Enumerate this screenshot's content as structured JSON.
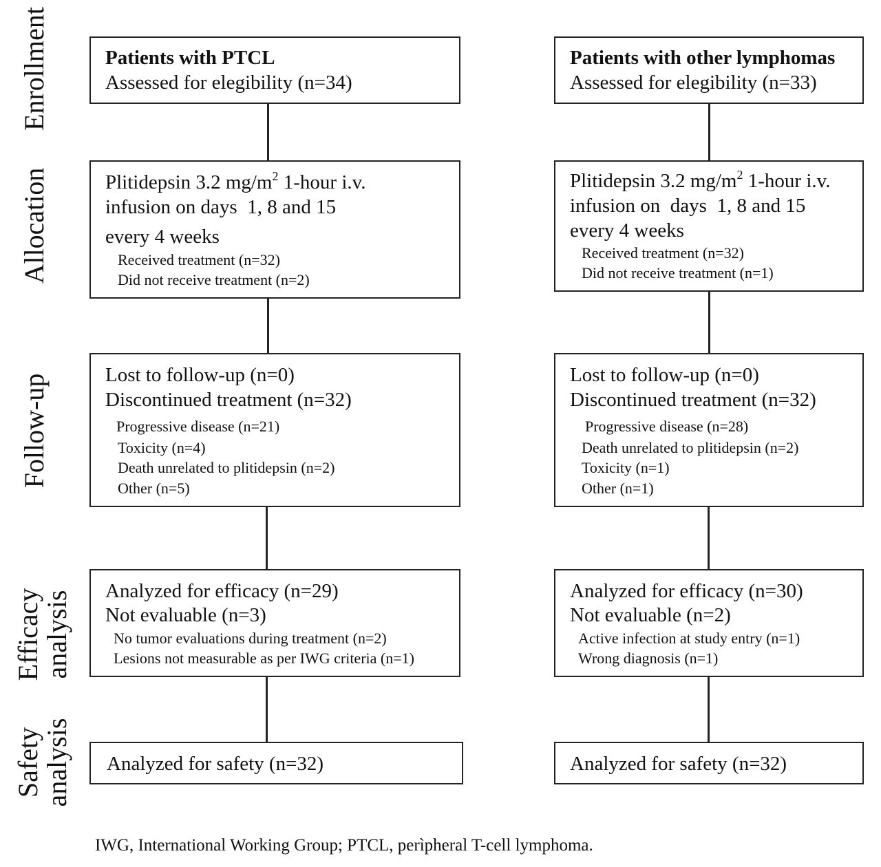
{
  "stages": {
    "enrollment": "Enrollment",
    "allocation": "Allocation",
    "followup": "Follow-up",
    "efficacy_line1": "Efficacy",
    "efficacy_line2": "analysis",
    "safety_line1": "Safety",
    "safety_line2": "analysis"
  },
  "left": {
    "enroll_title": "Patients with PTCL",
    "enroll_assessed": "Assessed for elegibility (n=34)",
    "alloc_line1_pre": "Plitidepsin 3.2 mg/m",
    "alloc_line1_sup": "2",
    "alloc_line1_post": " 1-hour i.v.",
    "alloc_line2": "infusion on days  1, 8 and 15",
    "alloc_line3": "every 4 weeks",
    "alloc_received": "Received treatment (n=32)",
    "alloc_not_received": "Did not receive treatment (n=2)",
    "follow_lost": "Lost to follow-up (n=0)",
    "follow_discontinued": "Discontinued treatment (n=32)",
    "follow_reasons": [
      "Progressive disease (n=21)",
      "Toxicity (n=4)",
      "Death unrelated to plitidepsin (n=2)",
      "Other (n=5)"
    ],
    "eff_analyzed": "Analyzed for efficacy (n=29)",
    "eff_not_evaluable": "Not evaluable (n=3)",
    "eff_reasons": [
      "No tumor evaluations during treatment (n=2)",
      "Lesions not measurable as per IWG criteria (n=1)"
    ],
    "safety": "Analyzed for safety (n=32)"
  },
  "right": {
    "enroll_title": "Patients with other lymphomas",
    "enroll_assessed": "Assessed for elegibility (n=33)",
    "alloc_line1_pre": "Plitidepsin 3.2 mg/m",
    "alloc_line1_sup": "2",
    "alloc_line1_post": " 1-hour i.v.",
    "alloc_line2": "infusion on  days  1, 8 and 15",
    "alloc_line3": "every 4 weeks",
    "alloc_received": "Received treatment (n=32)",
    "alloc_not_received": "Did not receive treatment (n=1)",
    "follow_lost": "Lost to follow-up (n=0)",
    "follow_discontinued": "Discontinued treatment (n=32)",
    "follow_reasons": [
      "Progressive disease (n=28)",
      "Death unrelated to plitidepsin (n=2)",
      "Toxicity (n=1)",
      "Other (n=1)"
    ],
    "eff_analyzed": "Analyzed for efficacy (n=30)",
    "eff_not_evaluable": "Not evaluable (n=2)",
    "eff_reasons": [
      "Active infection at study entry (n=1)",
      "Wrong diagnosis (n=1)"
    ],
    "safety": "Analyzed for safety (n=32)"
  },
  "footnote": "IWG, International Working Group; PTCL, perìpheral T-cell lymphoma."
}
